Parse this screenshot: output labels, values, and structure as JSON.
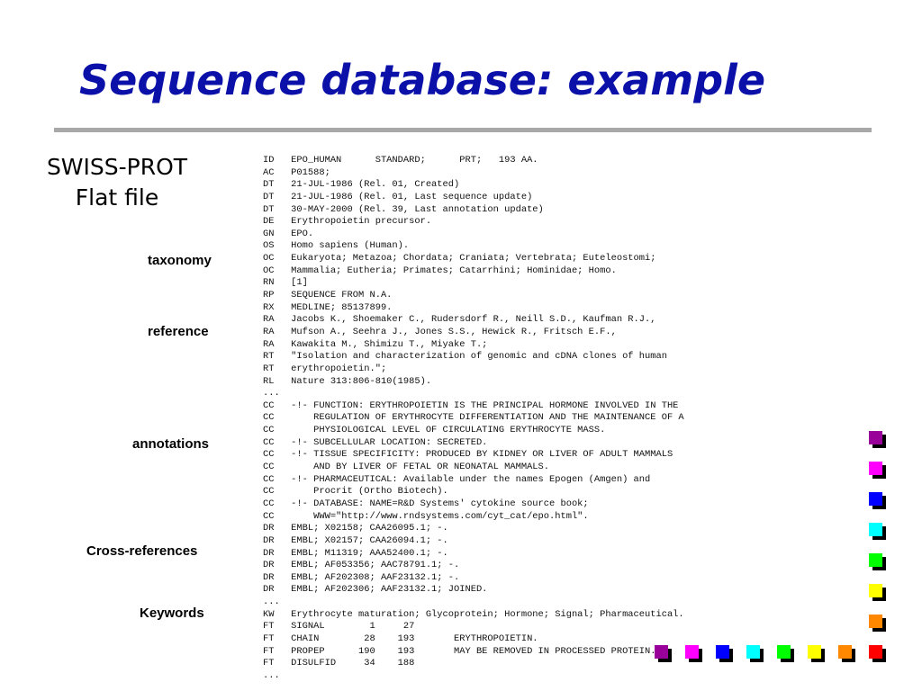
{
  "slide": {
    "title": "Sequence database: example",
    "subtitle_line1": "SWISS-PROT",
    "subtitle_line2": "Flat file"
  },
  "labels": {
    "taxonomy": "taxonomy",
    "reference": "reference",
    "annotations": "annotations",
    "cross_references": "Cross-references",
    "keywords": "Keywords"
  },
  "record_lines": [
    "ID   EPO_HUMAN      STANDARD;      PRT;   193 AA.",
    "AC   P01588;",
    "DT   21-JUL-1986 (Rel. 01, Created)",
    "DT   21-JUL-1986 (Rel. 01, Last sequence update)",
    "DT   30-MAY-2000 (Rel. 39, Last annotation update)",
    "DE   Erythropoietin precursor.",
    "GN   EPO.",
    "OS   Homo sapiens (Human).",
    "OC   Eukaryota; Metazoa; Chordata; Craniata; Vertebrata; Euteleostomi;",
    "OC   Mammalia; Eutheria; Primates; Catarrhini; Hominidae; Homo.",
    "RN   [1]",
    "RP   SEQUENCE FROM N.A.",
    "RX   MEDLINE; 85137899.",
    "RA   Jacobs K., Shoemaker C., Rudersdorf R., Neill S.D., Kaufman R.J.,",
    "RA   Mufson A., Seehra J., Jones S.S., Hewick R., Fritsch E.F.,",
    "RA   Kawakita M., Shimizu T., Miyake T.;",
    "RT   \"Isolation and characterization of genomic and cDNA clones of human",
    "RT   erythropoietin.\";",
    "RL   Nature 313:806-810(1985).",
    "...",
    "CC   -!- FUNCTION: ERYTHROPOIETIN IS THE PRINCIPAL HORMONE INVOLVED IN THE",
    "CC       REGULATION OF ERYTHROCYTE DIFFERENTIATION AND THE MAINTENANCE OF A",
    "CC       PHYSIOLOGICAL LEVEL OF CIRCULATING ERYTHROCYTE MASS.",
    "CC   -!- SUBCELLULAR LOCATION: SECRETED.",
    "CC   -!- TISSUE SPECIFICITY: PRODUCED BY KIDNEY OR LIVER OF ADULT MAMMALS",
    "CC       AND BY LIVER OF FETAL OR NEONATAL MAMMALS.",
    "CC   -!- PHARMACEUTICAL: Available under the names Epogen (Amgen) and",
    "CC       Procrit (Ortho Biotech).",
    "CC   -!- DATABASE: NAME=R&D Systems' cytokine source book;",
    "CC       WWW=\"http://www.rndsystems.com/cyt_cat/epo.html\".",
    "DR   EMBL; X02158; CAA26095.1; -.",
    "DR   EMBL; X02157; CAA26094.1; -.",
    "DR   EMBL; M11319; AAA52400.1; -.",
    "DR   EMBL; AF053356; AAC78791.1; -.",
    "DR   EMBL; AF202308; AAF23132.1; -.",
    "DR   EMBL; AF202306; AAF23132.1; JOINED.",
    "...",
    "KW   Erythrocyte maturation; Glycoprotein; Hormone; Signal; Pharmaceutical.",
    "FT   SIGNAL        1     27",
    "FT   CHAIN        28    193       ERYTHROPOIETIN.",
    "FT   PROPEP      190    193       MAY BE REMOVED IN PROCESSED PROTEIN.",
    "FT   DISULFID     34    188",
    "..."
  ],
  "decoration_colors": {
    "purple": "#990099",
    "magenta": "#ff00ff",
    "blue": "#0000ff",
    "cyan": "#00ffff",
    "green": "#00ff00",
    "yellow": "#ffff00",
    "orange": "#ff8800",
    "red": "#ff0000",
    "title_blue": "#0a10a8",
    "rule_gray": "#a8a8a8"
  }
}
